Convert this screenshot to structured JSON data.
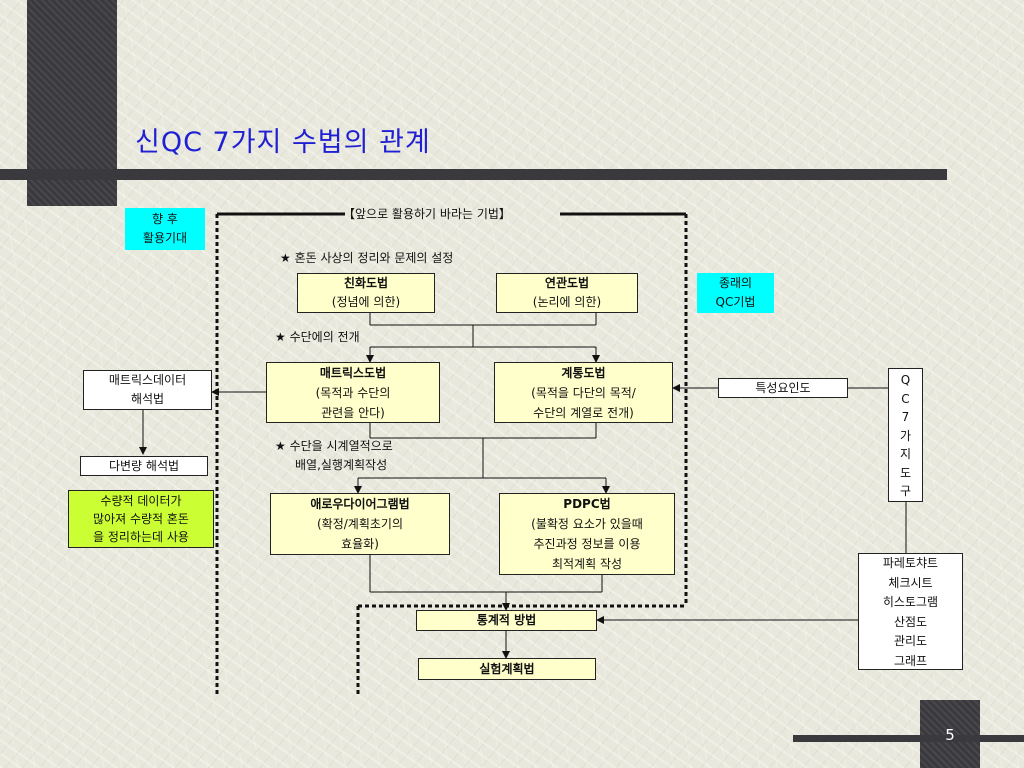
{
  "slide": {
    "title": "신QC 7가지 수법의 관계",
    "page_number": "5"
  },
  "future": {
    "label_line1": "향 후",
    "label_line2": "활용기대",
    "bracket_title": "【앞으로 활용하기 바라는 기법】",
    "star1": "★ 혼돈 사상의 정리와 문제의 설정",
    "star2": "★ 수단에의 전개",
    "star3_line1": "★ 수단을 시계열적으로",
    "star3_line2": "배열,실행계획작성"
  },
  "methods": {
    "affinity": {
      "name": "친화도법",
      "desc": "(정념에 의한)"
    },
    "relations": {
      "name": "연관도법",
      "desc": "(논리에 의한)"
    },
    "matrix": {
      "name": "매트릭스도법",
      "desc1": "(목적과 수단의",
      "desc2": "관련을 안다)"
    },
    "tree": {
      "name": "계통도법",
      "desc1": "(목적을 다단의 목적/",
      "desc2": "수단의 계열로 전개)"
    },
    "arrow": {
      "name": "애로우다이어그램법",
      "desc1": "(확정/계획초기의",
      "desc2": "효율화)"
    },
    "pdpc": {
      "name": "PDPC법",
      "desc1": "(불확정 요소가 있을때",
      "desc2": "추진과정 정보를 이용",
      "desc3": "최적계획 작성"
    },
    "statistical": "통계적 방법",
    "doe": "실험계획법"
  },
  "left_side": {
    "matrix_data_line1": "매트릭스데이터",
    "matrix_data_line2": "해석법",
    "multivariate": "다변량 해석법",
    "note_line1": "수량적 데이터가",
    "note_line2": "많아져 수량적 혼돈",
    "note_line3": "을 정리하는데 사용"
  },
  "right_side": {
    "traditional_line1": "종래의",
    "traditional_line2": "QC기법",
    "fishbone": "특성요인도",
    "qc7_chars": [
      "Q",
      "C",
      "7",
      "가",
      "지",
      "도",
      "구"
    ],
    "tools": [
      "파레토챠트",
      "체크시트",
      "히스토그램",
      "산점도",
      "관리도",
      "그래프"
    ]
  },
  "colors": {
    "title": "#1f1fd4",
    "box_fill": "#ffffcc",
    "label_fill": "#00ffff",
    "note_fill": "#ccff33",
    "dark": "#3a3a3e"
  }
}
